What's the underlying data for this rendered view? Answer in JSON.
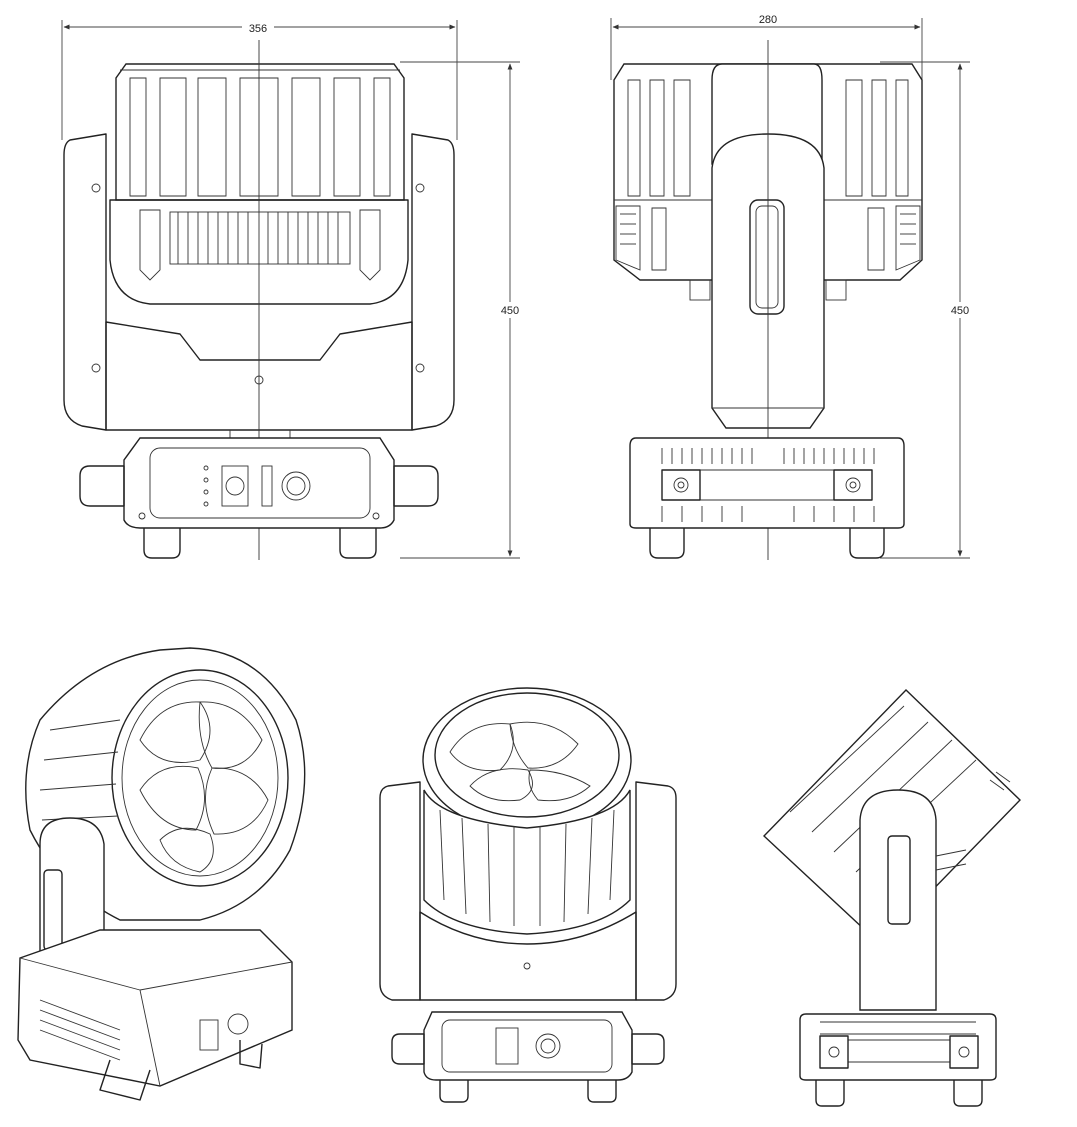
{
  "dimensions": {
    "front_width": "356",
    "front_height": "450",
    "side_width": "280",
    "side_height": "450"
  },
  "colors": {
    "line": "#222222",
    "background": "#ffffff"
  }
}
